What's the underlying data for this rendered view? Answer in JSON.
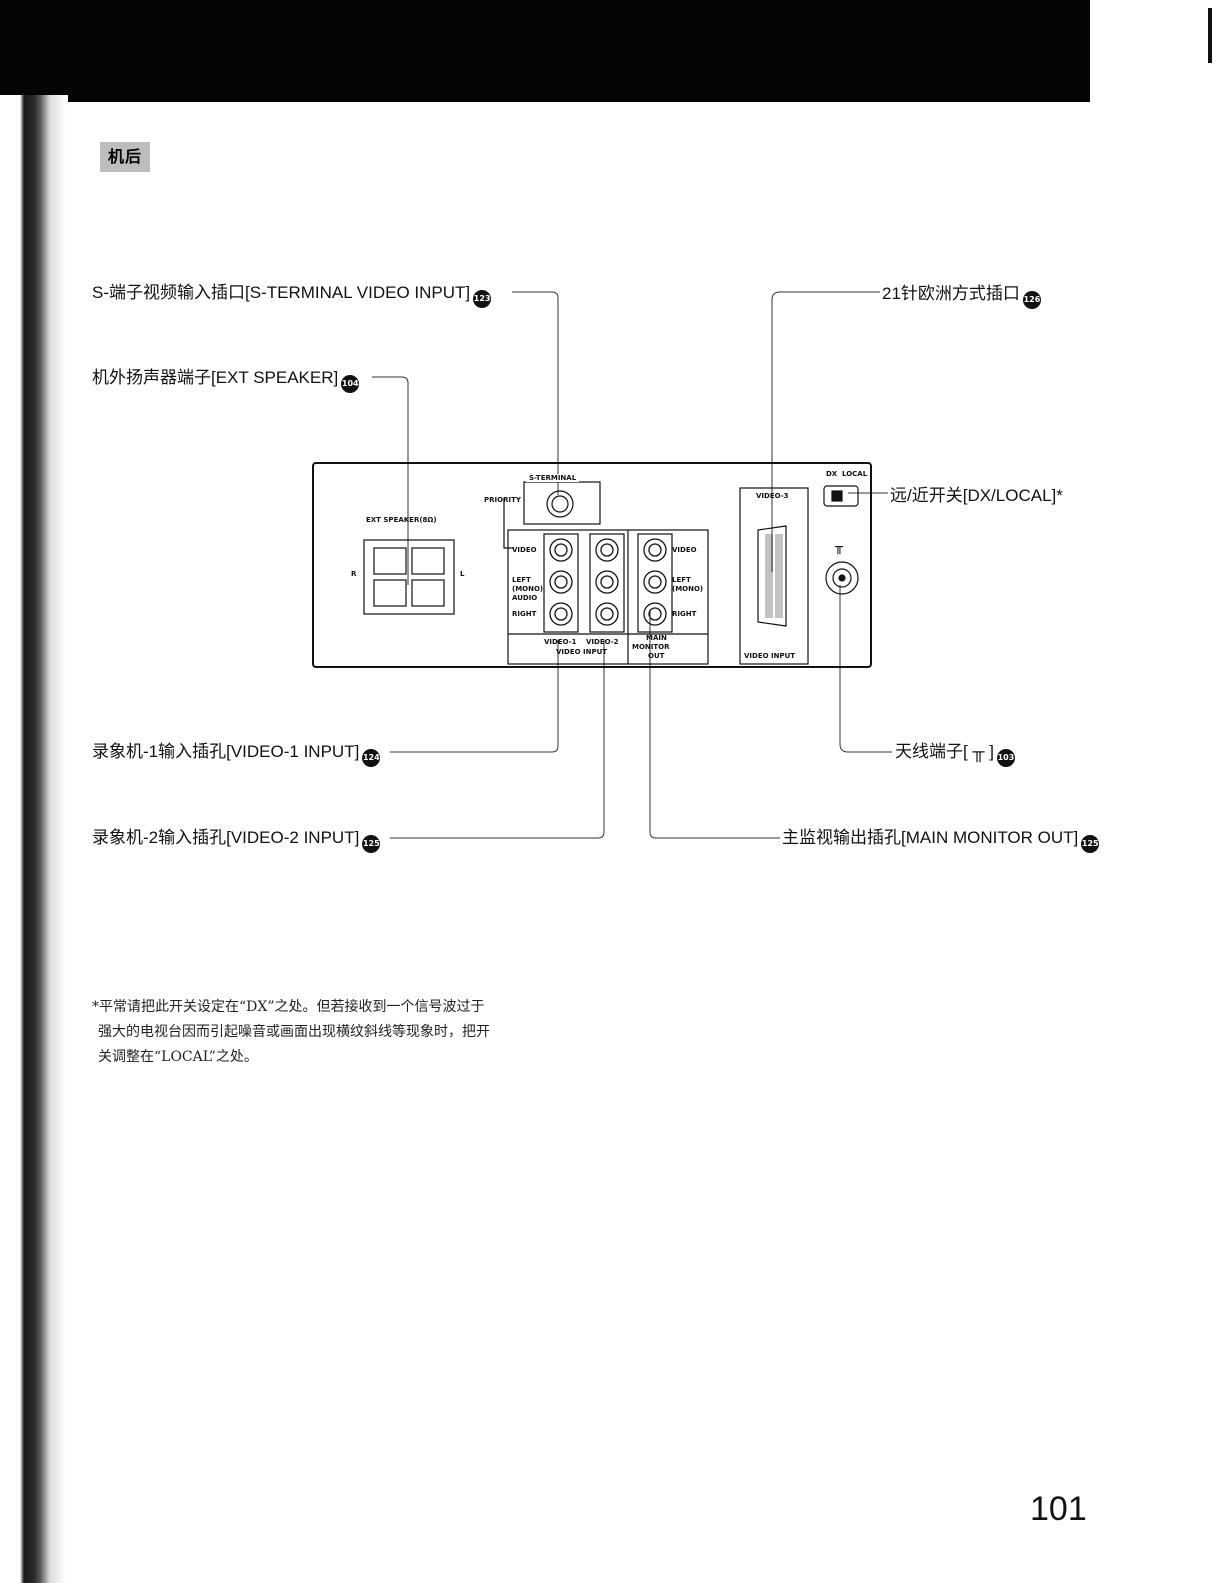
{
  "section_tag": "机后",
  "callouts": {
    "s_terminal": {
      "text": "S-端子视频输入插口[S-TERMINAL VIDEO INPUT]",
      "num": "123"
    },
    "ext_speaker": {
      "text": "机外扬声器端子[EXT SPEAKER]",
      "num": "104"
    },
    "euro21": {
      "text": "21针欧洲方式插口",
      "num": "126"
    },
    "dx_local": {
      "text": "远/近开关[DX/LOCAL]*"
    },
    "antenna": {
      "text": "天线端子[ ╥ ]",
      "num": "103"
    },
    "video1": {
      "text": "录象机-1输入插孔[VIDEO-1 INPUT]",
      "num": "124"
    },
    "video2": {
      "text": "录象机-2输入插孔[VIDEO-2 INPUT]",
      "num": "125"
    },
    "main_monitor": {
      "text": "主监视输出插孔[MAIN MONITOR OUT]",
      "num": "125"
    }
  },
  "panel": {
    "s_terminal": "S-TERMINAL",
    "priority": "PRIORITY",
    "ext_speaker": "EXT SPEAKER(8Ω)",
    "video": "VIDEO",
    "left_mono": "LEFT",
    "mono": "(MONO)",
    "audio": "AUDIO",
    "right": "RIGHT",
    "video1": "VIDEO-1",
    "video2": "VIDEO-2",
    "video_input": "VIDEO INPUT",
    "main": "MAIN",
    "monitor": "MONITOR",
    "out": "OUT",
    "video3": "VIDEO-3",
    "video3_input": "VIDEO INPUT",
    "dx": "DX",
    "local": "LOCAL",
    "antenna_symbol": "╥",
    "r": "R",
    "l": "L"
  },
  "footnote": {
    "line1": "*平常请把此开关设定在“DX”之处。但若接收到一个信号波过于",
    "line2": "强大的电视台因而引起噪音或画面出现横纹斜线等现象时，把开",
    "line3": "关调整在“LOCAL”之处。"
  },
  "page_number": "101"
}
